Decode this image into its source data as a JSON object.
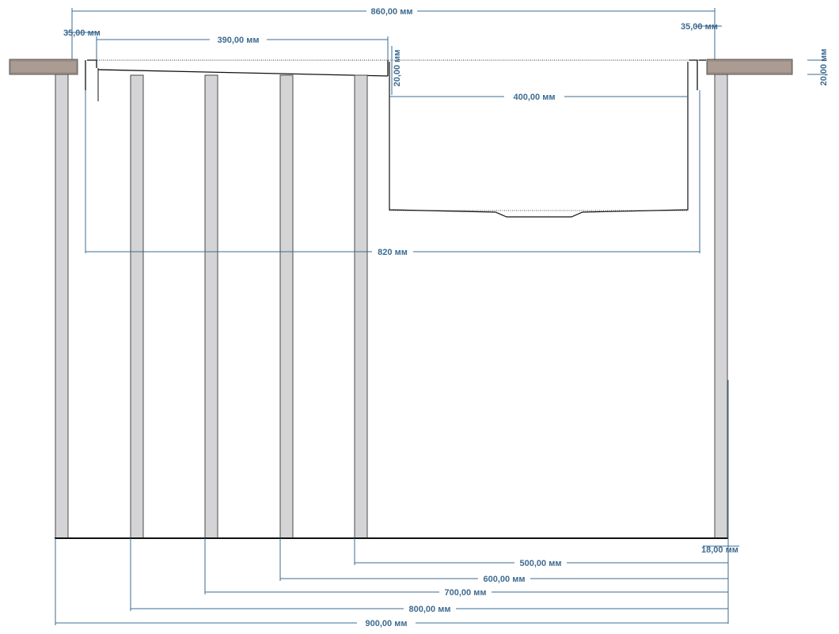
{
  "colors": {
    "dimension": "#3d6b91",
    "panel_fill": "#d4d4d6",
    "panel_stroke": "#4a4a4a",
    "outline": "#111111",
    "countertop": "#9e8f86",
    "background": "#ffffff"
  },
  "dimensions": {
    "top_total": "860,00 мм",
    "left_overhang": "35,00 мм",
    "right_overhang": "35,00 мм",
    "left_section": "390,00 мм",
    "sink_depth_left": "20,00 мм",
    "sink_depth_right": "20,00 мм",
    "sink_width": "400,00 мм",
    "inner_width": "820 мм",
    "panel_thickness": "18,00 мм",
    "d500": "500,00 мм",
    "d600": "600,00 мм",
    "d700": "700,00 мм",
    "d800": "800,00 мм",
    "d900": "900,00 мм"
  }
}
